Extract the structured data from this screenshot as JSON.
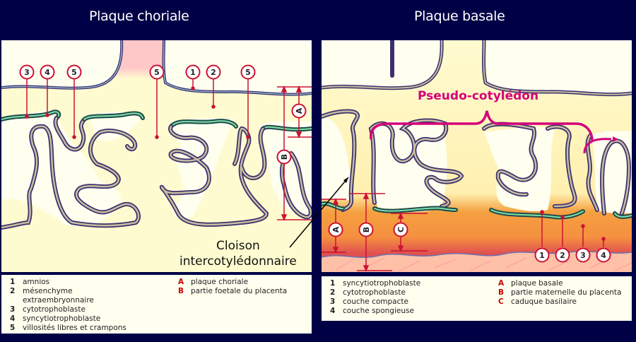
{
  "titles": {
    "left": "Plaque choriale",
    "right": "Plaque basale"
  },
  "left_panel": {
    "markers": [
      "3",
      "4",
      "5",
      "5",
      "1",
      "2",
      "5"
    ],
    "brackets": [
      "A",
      "B"
    ]
  },
  "right_panel": {
    "markers": [
      "1",
      "2",
      "3",
      "4"
    ],
    "brackets": [
      "A",
      "B",
      "C"
    ],
    "pseudo_cotyledon_label": "Pseudo-cotylédon"
  },
  "callout": {
    "line1": "Cloison",
    "line2": "intercotylédonnaire"
  },
  "legend_left": {
    "numbered": [
      {
        "key": "1",
        "label": "amnios"
      },
      {
        "key": "2",
        "label": "mésenchyme",
        "label2": "extraembryonnaire"
      },
      {
        "key": "3",
        "label": "cytotrophoblaste"
      },
      {
        "key": "4",
        "label": "syncytiotrophoblaste"
      },
      {
        "key": "5",
        "label": "villosités libres et crampons"
      }
    ],
    "lettered": [
      {
        "key": "A",
        "label": "plaque choriale"
      },
      {
        "key": "B",
        "label": "partie foetale du placenta"
      }
    ]
  },
  "legend_right": {
    "numbered": [
      {
        "key": "1",
        "label": "syncytiotrophoblaste"
      },
      {
        "key": "2",
        "label": "cytotrophoblaste"
      },
      {
        "key": "3",
        "label": "couche compacte"
      },
      {
        "key": "4",
        "label": "couche spongieuse"
      }
    ],
    "lettered": [
      {
        "key": "A",
        "label": "plaque basale"
      },
      {
        "key": "B",
        "label": "partie maternelle du placenta"
      },
      {
        "key": "C",
        "label": "caduque basilaire"
      }
    ]
  },
  "colors": {
    "background": "#000046",
    "cream": "#fffff0",
    "pale_yellow": "#fffbd0",
    "pink": "#ffc8c8",
    "marker_red": "#cc1133",
    "magenta": "#d4007a",
    "membrane_fill": "#c8bea0",
    "membrane_edge": "#4a3a7a",
    "trophoblast_green": "#2a7a5a",
    "orange": "#f5a040",
    "decidua_pink": "#ffc0a8"
  }
}
